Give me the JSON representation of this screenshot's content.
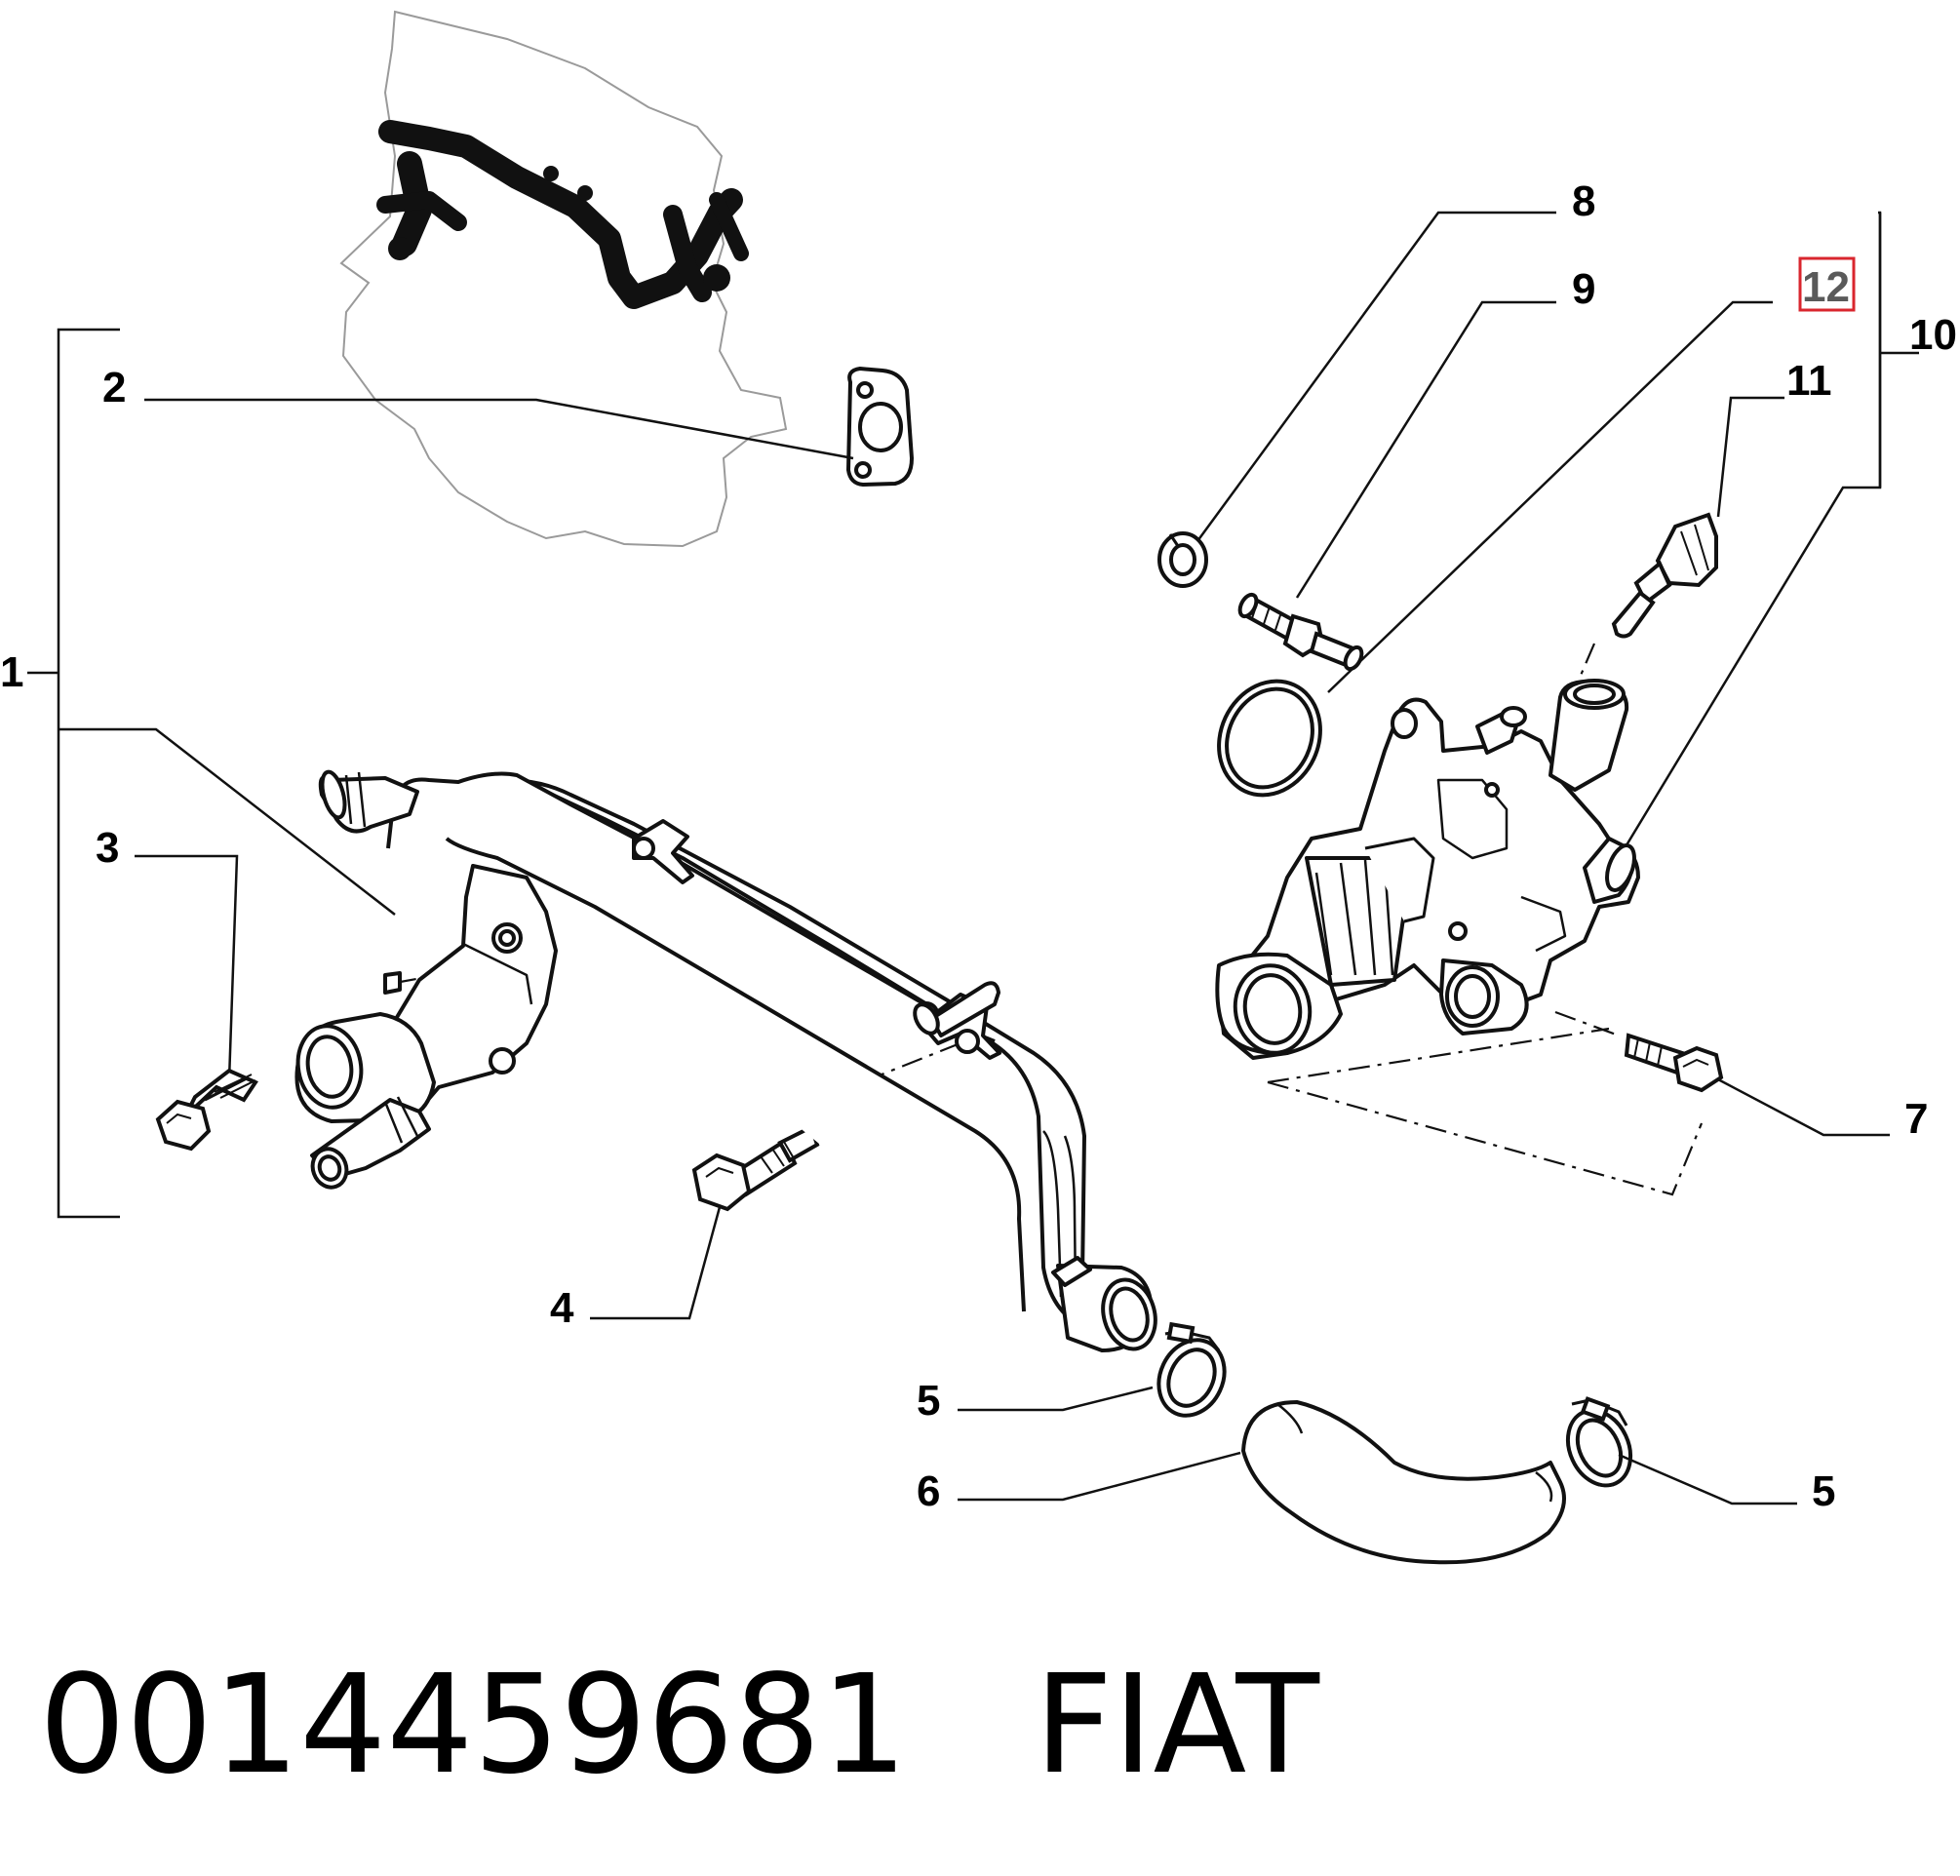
{
  "callouts": {
    "c1": "1",
    "c2": "2",
    "c3": "3",
    "c4": "4",
    "c5a": "5",
    "c5b": "5",
    "c6": "6",
    "c7": "7",
    "c8": "8",
    "c9": "9",
    "c10": "10",
    "c11": "11",
    "c12": "12"
  },
  "highlight_color": "#d9262e",
  "caption": {
    "part_number": "0014459681",
    "brand": "FIAT"
  }
}
